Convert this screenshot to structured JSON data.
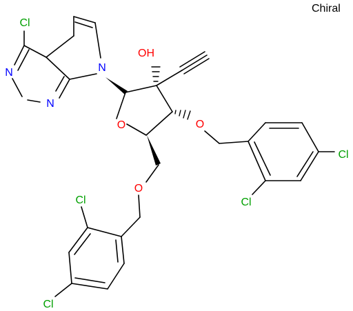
{
  "chiral_label": "Chiral",
  "atoms": {
    "cl_purine": "Cl",
    "n_ring_1": "N",
    "n_ring_2": "N",
    "n_pyrrole": "N",
    "hydroxyl": "OH",
    "o_ring": "O",
    "o_ether_upper": "O",
    "o_ether_lower": "O",
    "cl_upper_benzyl_para": "Cl",
    "cl_upper_benzyl_ortho": "Cl",
    "cl_lower_benzyl_ortho": "Cl",
    "cl_lower_benzyl_para": "Cl"
  },
  "colors": {
    "carbon_bond": "#000000",
    "nitrogen": "#0000ff",
    "oxygen": "#ff0000",
    "chlorine": "#00a000",
    "text": "#000000"
  }
}
